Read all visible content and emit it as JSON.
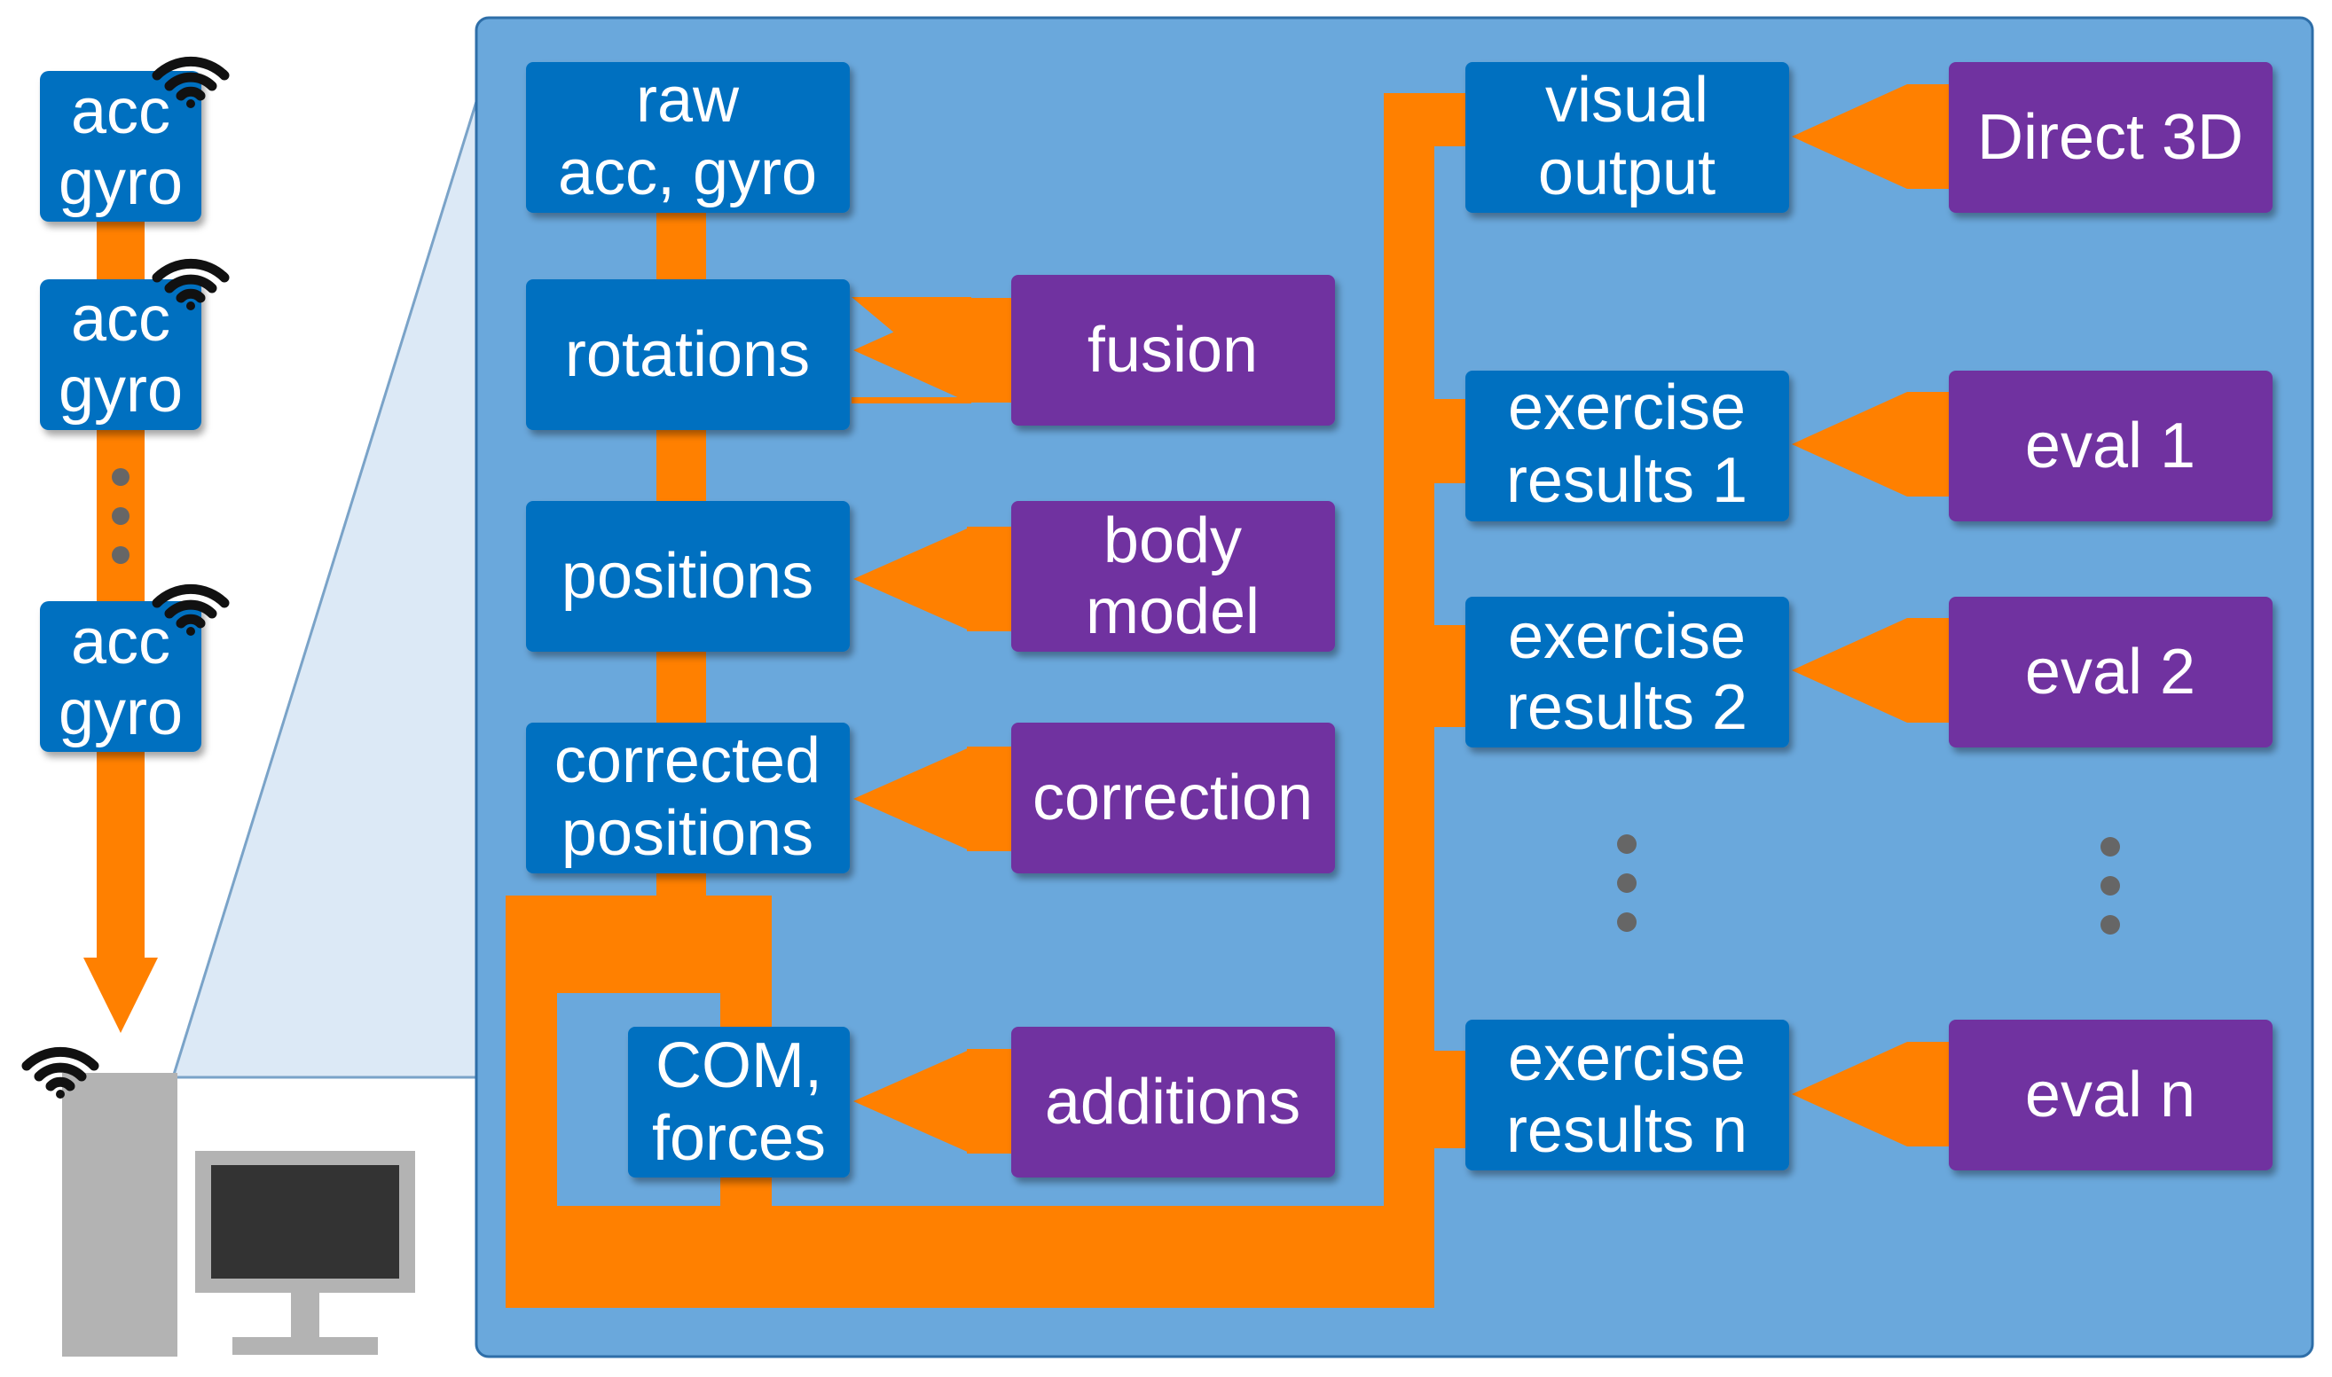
{
  "colors": {
    "panel": "#6aa8dc",
    "module": "#0070c0",
    "source": "#7030a0",
    "flow": "#ff8000",
    "zoom": "#dce9f6",
    "computer": "#b3b3b3",
    "screen": "#333333",
    "ellipsis": "#666666"
  },
  "sensors": [
    {
      "line1": "acc",
      "line2": "gyro"
    },
    {
      "line1": "acc",
      "line2": "gyro"
    },
    {
      "line1": "acc",
      "line2": "gyro"
    }
  ],
  "pipeline": {
    "raw": {
      "line1": "raw",
      "line2": "acc, gyro"
    },
    "rotations": {
      "label": "rotations"
    },
    "positions": {
      "label": "positions"
    },
    "corrected": {
      "line1": "corrected",
      "line2": "positions"
    },
    "com": {
      "line1": "COM,",
      "line2": "forces"
    }
  },
  "inputs": {
    "fusion": {
      "label": "fusion"
    },
    "body_model": {
      "line1": "body",
      "line2": "model"
    },
    "correction": {
      "label": "correction"
    },
    "additions": {
      "label": "additions"
    }
  },
  "outputs": {
    "visual": {
      "line1": "visual",
      "line2": "output"
    },
    "ex1": {
      "line1": "exercise",
      "line2": "results 1"
    },
    "ex2": {
      "line1": "exercise",
      "line2": "results 2"
    },
    "exn": {
      "line1": "exercise",
      "line2": "results n"
    }
  },
  "evaluators": {
    "direct3d": {
      "label": "Direct 3D"
    },
    "eval1": {
      "label": "eval 1"
    },
    "eval2": {
      "label": "eval 2"
    },
    "evaln": {
      "label": "eval n"
    }
  },
  "icons": {
    "wifi": "wifi-icon",
    "computer": "computer-tower-icon",
    "monitor": "monitor-icon"
  }
}
